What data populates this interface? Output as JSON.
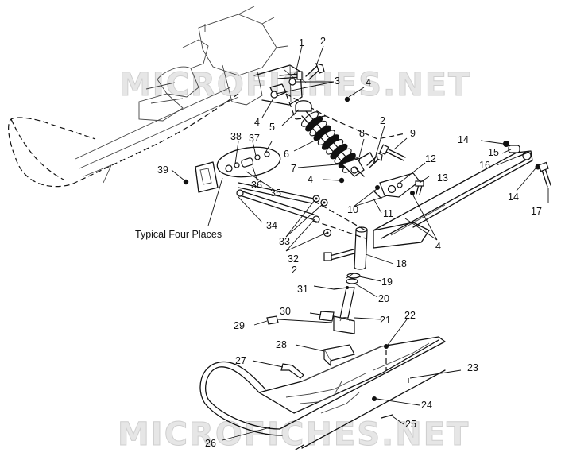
{
  "watermark": {
    "top": "MICROFICHES.NET",
    "bottom": "MICROFICHES.NET"
  },
  "caption": "Typical Four Places",
  "callouts": [
    {
      "id": "c1",
      "label": "1"
    },
    {
      "id": "c2a",
      "label": "2"
    },
    {
      "id": "c3",
      "label": "3"
    },
    {
      "id": "c4a",
      "label": "4"
    },
    {
      "id": "c4b",
      "label": "4"
    },
    {
      "id": "c5",
      "label": "5"
    },
    {
      "id": "c6",
      "label": "6"
    },
    {
      "id": "c7",
      "label": "7"
    },
    {
      "id": "c8",
      "label": "8"
    },
    {
      "id": "c2b",
      "label": "2"
    },
    {
      "id": "c9",
      "label": "9"
    },
    {
      "id": "c12",
      "label": "12"
    },
    {
      "id": "c13",
      "label": "13"
    },
    {
      "id": "c4c",
      "label": "4"
    },
    {
      "id": "c10",
      "label": "10"
    },
    {
      "id": "c11",
      "label": "11"
    },
    {
      "id": "c4d",
      "label": "4"
    },
    {
      "id": "c14a",
      "label": "14"
    },
    {
      "id": "c15",
      "label": "15"
    },
    {
      "id": "c16",
      "label": "16"
    },
    {
      "id": "c14b",
      "label": "14"
    },
    {
      "id": "c17",
      "label": "17"
    },
    {
      "id": "c18",
      "label": "18"
    },
    {
      "id": "c19",
      "label": "19"
    },
    {
      "id": "c20",
      "label": "20"
    },
    {
      "id": "c21",
      "label": "21"
    },
    {
      "id": "c22",
      "label": "22"
    },
    {
      "id": "c23",
      "label": "23"
    },
    {
      "id": "c24",
      "label": "24"
    },
    {
      "id": "c25",
      "label": "25"
    },
    {
      "id": "c26",
      "label": "26"
    },
    {
      "id": "c27",
      "label": "27"
    },
    {
      "id": "c28",
      "label": "28"
    },
    {
      "id": "c29",
      "label": "29"
    },
    {
      "id": "c30",
      "label": "30"
    },
    {
      "id": "c31",
      "label": "31"
    },
    {
      "id": "c2c",
      "label": "2"
    },
    {
      "id": "c32",
      "label": "32"
    },
    {
      "id": "c33",
      "label": "33"
    },
    {
      "id": "c34",
      "label": "34"
    },
    {
      "id": "c35",
      "label": "35"
    },
    {
      "id": "c36",
      "label": "36"
    },
    {
      "id": "c37",
      "label": "37"
    },
    {
      "id": "c38",
      "label": "38"
    },
    {
      "id": "c39",
      "label": "39"
    }
  ]
}
